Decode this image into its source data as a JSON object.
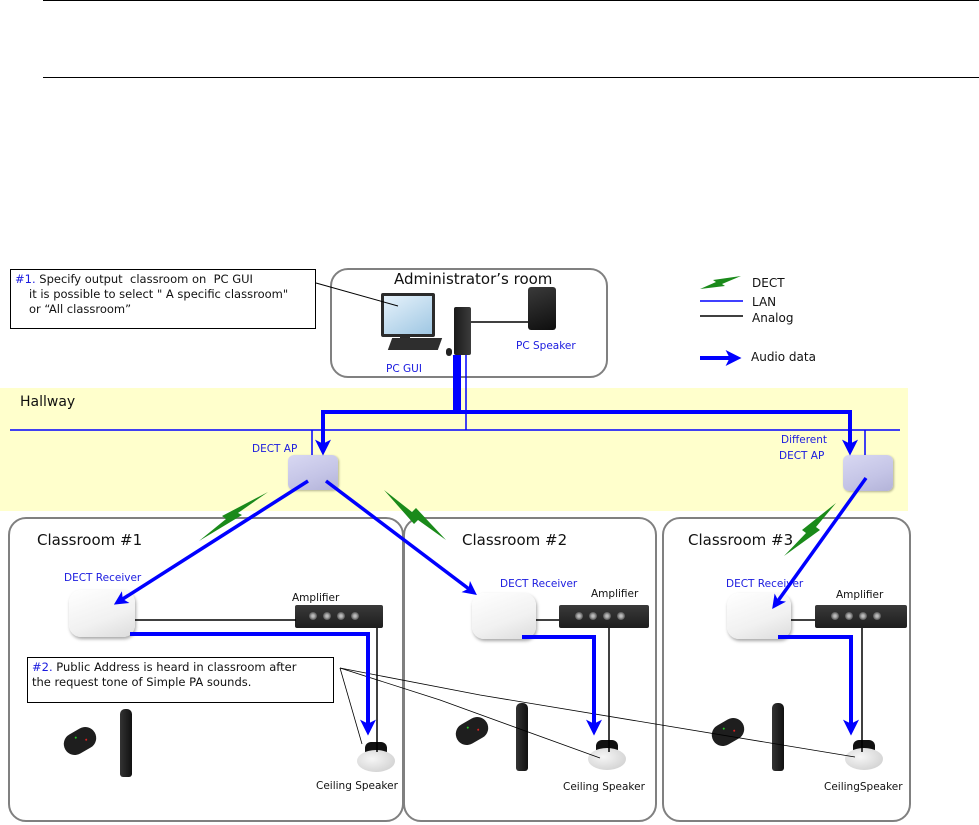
{
  "colors": {
    "lan": "#0000ff",
    "analog": "#000000",
    "dect": "#1a8a1a",
    "audio": "#0000ff",
    "hallway_bg": "#ffffcc",
    "room_border": "#808080",
    "label_blue": "#1a1adf"
  },
  "legend": {
    "items": [
      {
        "icon": "dect-lightning-icon",
        "label": "DECT"
      },
      {
        "icon": "lan-line-icon",
        "label": "LAN"
      },
      {
        "icon": "analog-line-icon",
        "label": "Analog"
      },
      {
        "icon": "audio-arrow-icon",
        "label": "Audio data"
      }
    ]
  },
  "callouts": {
    "one": {
      "number": "#1.",
      "line1": " Specify output  classroom on  PC GUI",
      "line2": "it is possible to select \" A specific classroom\"",
      "line3": "or “All classroom”"
    },
    "two": {
      "number": "#2.",
      "line1": " Public Address is heard in classroom after",
      "line2": "the request tone of Simple PA sounds."
    }
  },
  "admin_room": {
    "title": "Administrator’s room",
    "pc_label": "PC GUI",
    "speaker_label": "PC Speaker"
  },
  "hallway": {
    "title": "Hallway",
    "ap1_label": "DECT AP",
    "ap2_label_line1": "Different",
    "ap2_label_line2": "DECT AP"
  },
  "classrooms": [
    {
      "title": "Classroom #1",
      "receiver_label": "DECT Receiver",
      "amp_label": "Amplifier",
      "ceiling_label": "Ceiling Speaker"
    },
    {
      "title": "Classroom #2",
      "receiver_label": "DECT Receiver",
      "amp_label": "Amplifier",
      "ceiling_label": "Ceiling Speaker"
    },
    {
      "title": "Classroom #3",
      "receiver_label": "DECT Receiver",
      "amp_label": "Amplifier",
      "ceiling_label": "CeilingSpeaker"
    }
  ]
}
